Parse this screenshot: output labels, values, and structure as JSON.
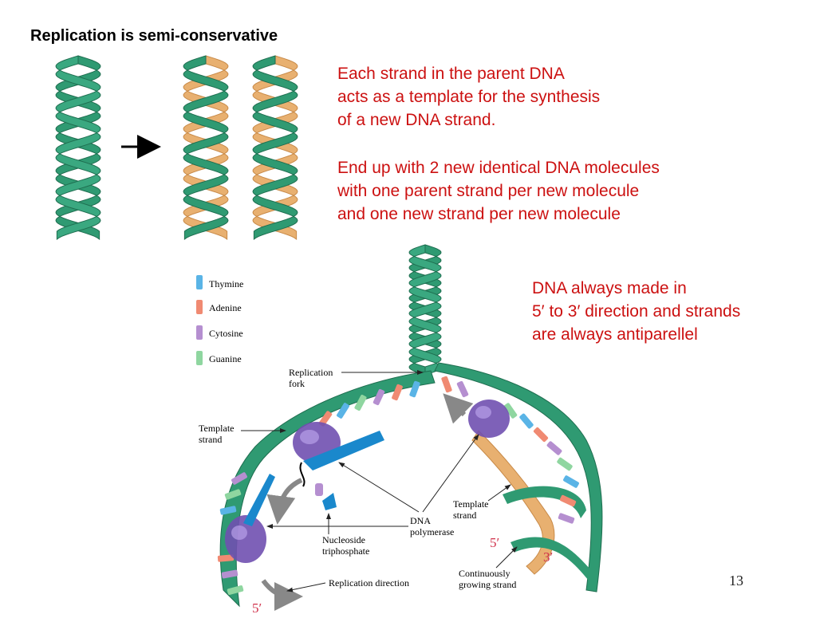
{
  "title": "Replication is semi-conservative",
  "text_block_1": [
    "Each strand in the parent DNA",
    "acts as a template for the synthesis",
    "of a new DNA strand."
  ],
  "text_block_2": [
    "End up with 2 new identical DNA molecules",
    "with one parent strand per new molecule",
    "and one new strand per new molecule"
  ],
  "text_block_3": [
    "DNA always made in",
    "5′ to 3′ direction and strands",
    "are always antiparellel"
  ],
  "legend": [
    {
      "label": "Thymine",
      "color": "#5ab4e6"
    },
    {
      "label": "Adenine",
      "color": "#f08a72"
    },
    {
      "label": "Cytosine",
      "color": "#b58fd0"
    },
    {
      "label": "Guanine",
      "color": "#8fd6a0"
    }
  ],
  "labels": {
    "replication_fork": [
      "Replication",
      "fork"
    ],
    "template_strand_left": [
      "Template",
      "strand"
    ],
    "template_strand_right": [
      "Template",
      "strand"
    ],
    "dna_polymerase": [
      "DNA",
      "polymerase"
    ],
    "nucleoside_triphosphate": [
      "Nucleoside",
      "triphosphate"
    ],
    "replication_direction": "Replication direction",
    "continuously_growing": [
      "Continuously",
      "growing strand"
    ],
    "five_prime_a": "5′",
    "three_prime": "3′",
    "five_prime_b": "5′"
  },
  "colors": {
    "parent_strand": "#2f9a72",
    "new_strand": "#e8b070",
    "text_red": "#cc1111",
    "polymerase": "#7050b0"
  },
  "page_number": "13"
}
